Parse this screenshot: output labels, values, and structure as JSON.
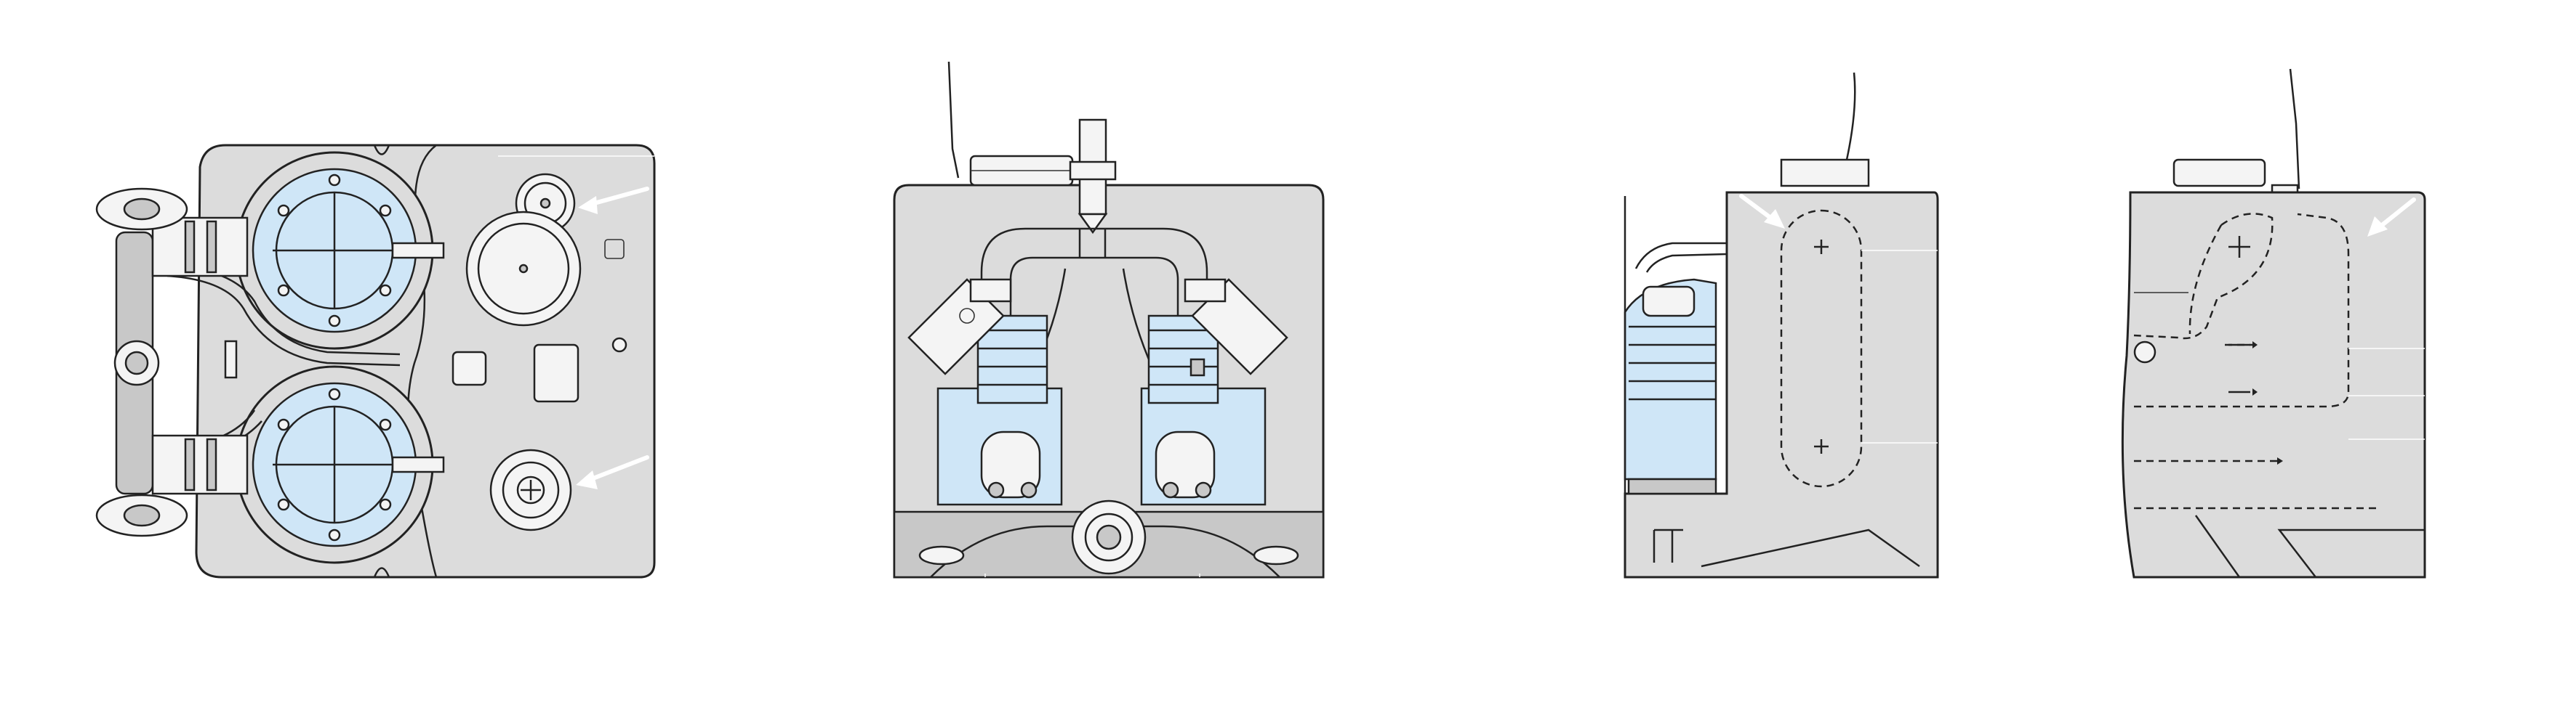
{
  "figure": {
    "views": [
      {
        "id": "top",
        "icon": "top-view"
      },
      {
        "id": "front",
        "icon": "front-view"
      },
      {
        "id": "left-side",
        "icon": "side-view"
      },
      {
        "id": "right-side",
        "icon": "side-view"
      }
    ],
    "colors": {
      "housing": "#dcdcdc",
      "pump_blue": "#cfe6f7",
      "outline": "#222222",
      "arrow": "#ffffff"
    }
  }
}
